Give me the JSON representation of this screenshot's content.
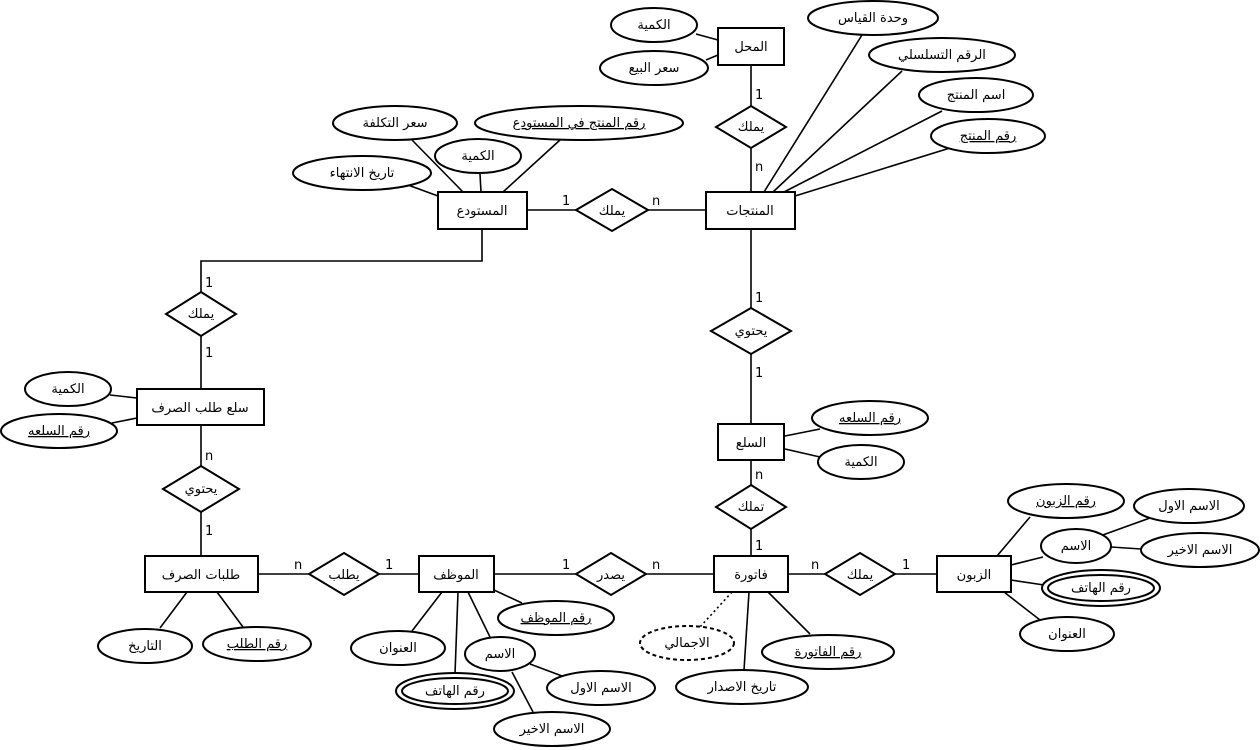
{
  "entities": {
    "mahal": "المحل",
    "products": "المنتجات",
    "warehouse": "المستودع",
    "items": "السلع",
    "invoice": "فاتورة",
    "customer": "الزبون",
    "employee": "الموظف",
    "requests": "طلبات الصرف",
    "request_items": "سلع طلب الصرف"
  },
  "relationships": {
    "mahal_products": "يملك",
    "warehouse_products": "يملك",
    "products_items": "يحتوي",
    "items_invoice": "تملك",
    "invoice_customer": "يملك",
    "employee_invoice": "يصدر",
    "request_employee": "يطلب",
    "warehouse_reqitems": "يملك",
    "reqitems_requests": "يحتوي"
  },
  "attributes": {
    "mahal_qty": "الكمية",
    "mahal_price": "سعر البيع",
    "prod_unit": "وحدة القياس",
    "prod_serial": "الرقم التسلسلي",
    "prod_name": "اسم المنتج",
    "prod_id": "رقم المنتج",
    "wh_cost": "سعر التكلفة",
    "wh_prod_id": "رقم المنتج في المستودع",
    "wh_qty": "الكمية",
    "wh_expiry": "تاريخ الانتهاء",
    "item_id": "رقم السلعه",
    "item_qty": "الكمية",
    "cust_id": "رقم الزبون",
    "cust_first": "الاسم الاول",
    "cust_name": "الاسم",
    "cust_last": "الاسم الاخير",
    "cust_phone": "رقم الهاتف",
    "cust_address": "العنوان",
    "inv_total": "الاجمالي",
    "inv_id": "رقم الفاتورة",
    "inv_date": "تاريخ الاصدار",
    "emp_id": "رقم الموظف",
    "emp_address": "العنوان",
    "emp_name": "الاسم",
    "emp_phone": "رقم الهاتف",
    "emp_first": "الاسم الاول",
    "emp_last": "الاسم الاخير",
    "ri_qty": "الكمية",
    "ri_item_id": "رقم السلعه",
    "req_date": "التاريخ",
    "req_id": "رقم الطلب"
  },
  "cardinalities": {
    "mahal_side": "1",
    "products_side_mahal": "n",
    "warehouse_side": "1",
    "products_side_wh": "n",
    "products_side_items": "1",
    "items_side_products": "1",
    "items_side_invoice": "n",
    "invoice_side_items": "1",
    "invoice_side_customer": "n",
    "customer_side": "1",
    "employee_side_invoice": "1",
    "invoice_side_employee": "n",
    "requests_side": "n",
    "employee_side_requests": "1",
    "warehouse_side_reqitems": "1",
    "reqitems_side_warehouse": "1",
    "reqitems_side_requests": "n",
    "requests_side_reqitems": "1"
  }
}
